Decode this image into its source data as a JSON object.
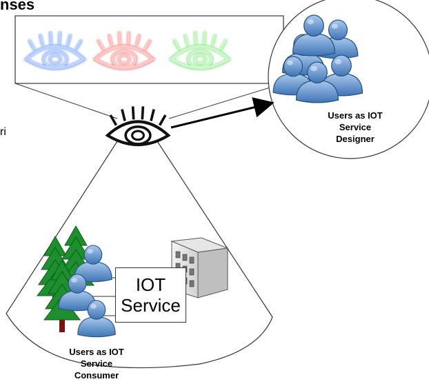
{
  "heading_fragment": "nses",
  "side_fragment": "ri",
  "designer": {
    "label_lines": [
      "Users as IOT",
      "Service",
      "Designer"
    ]
  },
  "service_box": {
    "line1": "IOT",
    "line2": "Service"
  },
  "consumer": {
    "label_lines": [
      "Users as IOT",
      "Service",
      "Consumer"
    ]
  },
  "eye_colors": {
    "blue": "#4f7fe6",
    "red": "#e85a5a",
    "green": "#52d952",
    "main": "#111111"
  },
  "user_icon_color": "#6d9fd6",
  "tree_color": "#1e8f2e",
  "icons": [
    "eye-icon",
    "user-icon",
    "tree-icon",
    "building-icon",
    "arrow-icon"
  ]
}
